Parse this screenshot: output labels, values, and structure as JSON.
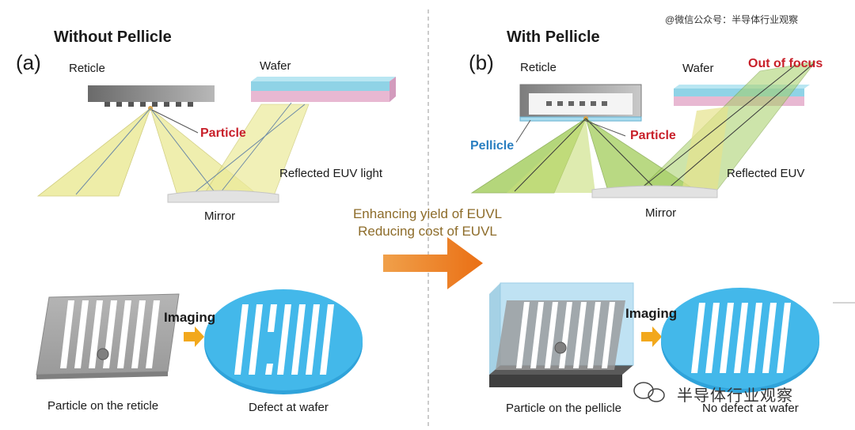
{
  "watermark_top": "@微信公众号：半导体行业观察",
  "watermark_bottom": "半导体行业观察",
  "panel_a": {
    "title": "Without Pellicle",
    "label": "(a)",
    "reticle": "Reticle",
    "wafer": "Wafer",
    "particle": "Particle",
    "reflected": "Reflected EUV light",
    "mirror": "Mirror",
    "imaging": "Imaging",
    "caption_left": "Particle on the reticle",
    "caption_right": "Defect at wafer"
  },
  "panel_b": {
    "title": "With Pellicle",
    "label": "(b)",
    "reticle": "Reticle",
    "wafer": "Wafer",
    "out_of_focus": "Out of focus",
    "pellicle": "Pellicle",
    "particle": "Particle",
    "reflected": "Reflected EUV",
    "mirror": "Mirror",
    "imaging": "Imaging",
    "caption_left": "Particle on the pellicle",
    "caption_right": "No defect at wafer"
  },
  "center_text": {
    "line1": "Enhancing yield of EUVL",
    "line2": "Reducing cost of EUVL"
  },
  "colors": {
    "beam_yellow": "#ecea9a",
    "beam_green": "#9cc94f",
    "wafer_top": "#8fd3e6",
    "wafer_bottom": "#e8b8d2",
    "arrow_orange": "#ec7c23",
    "disk_blue": "#3fb3e6",
    "red_label": "#c8202a",
    "blue_label": "#2a7fc1"
  }
}
